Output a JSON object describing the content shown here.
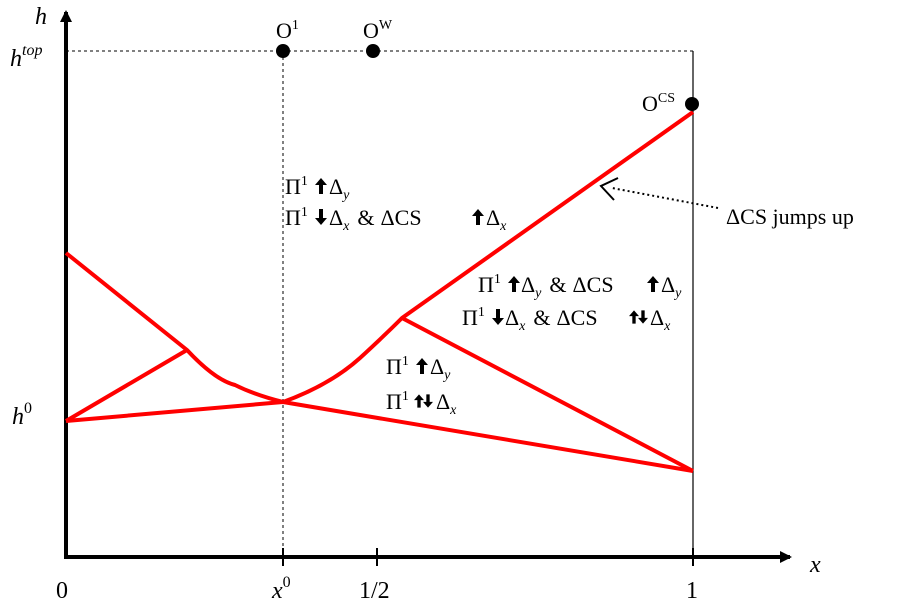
{
  "axes": {
    "y_label": "h",
    "x_label": "x",
    "y_ticks": {
      "top_base": "h",
      "top_sup": "top",
      "zero_base": "h",
      "zero_sup": "0"
    },
    "x_ticks": {
      "zero": "0",
      "x0_base": "x",
      "x0_sup": "0",
      "half": "1/2",
      "one": "1"
    }
  },
  "points": {
    "o1": {
      "base": "O",
      "sup": "1"
    },
    "ow": {
      "base": "O",
      "sup": "W"
    },
    "ocs": {
      "base": "O",
      "sup": "CS"
    }
  },
  "annotations": {
    "upper": {
      "line1": {
        "pi": "Π",
        "sup": "1",
        "delta": "Δ",
        "sub": "y"
      },
      "line2": {
        "pi": "Π",
        "sup": "1",
        "delta": "Δ",
        "sub": "x",
        "amp": "&",
        "cs": "ΔCS",
        "delta2": "Δ",
        "sub2": "x"
      }
    },
    "right": {
      "line1": {
        "pi": "Π",
        "sup": "1",
        "delta": "Δ",
        "sub": "y",
        "amp": "&",
        "cs": "ΔCS",
        "delta2": "Δ",
        "sub2": "y"
      },
      "line2": {
        "pi": "Π",
        "sup": "1",
        "delta": "Δ",
        "sub": "x",
        "amp": "&",
        "cs": "ΔCS",
        "delta2": "Δ",
        "sub2": "x"
      }
    },
    "middle": {
      "line1": {
        "pi": "Π",
        "sup": "1",
        "delta": "Δ",
        "sub": "y"
      },
      "line2": {
        "pi": "Π",
        "sup": "1",
        "delta": "Δ",
        "sub": "x"
      }
    },
    "callout": "ΔCS jumps up"
  },
  "colors": {
    "curve": "#ff0000",
    "axis": "#000000"
  }
}
